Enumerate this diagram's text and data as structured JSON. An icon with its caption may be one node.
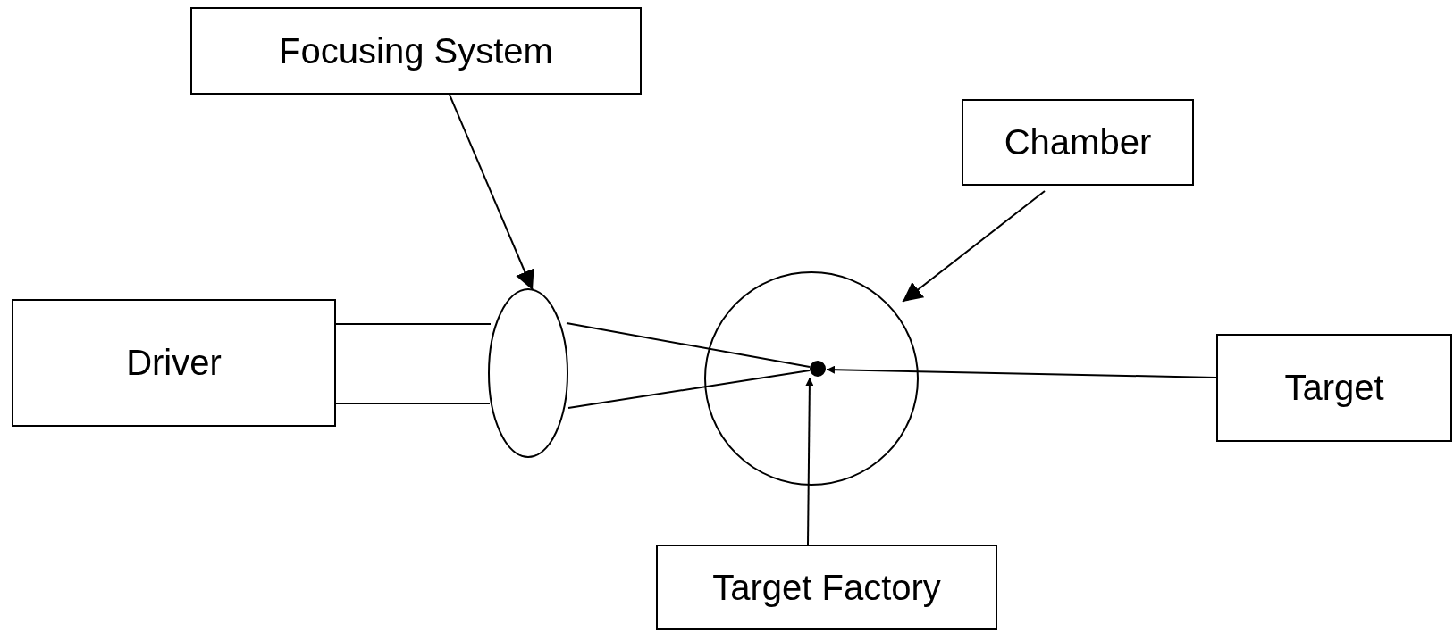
{
  "diagram": {
    "nodes": [
      {
        "text": [
          "Focusing System"
        ]
      },
      {
        "text": [
          "Chamber"
        ]
      },
      {
        "text": [
          "Driver"
        ]
      },
      {
        "text": [],
        "shape": "ellipse"
      },
      {
        "text": [],
        "shape": "circle"
      },
      {
        "text": [],
        "shape": "circle",
        "in": 4
      },
      {
        "text": [
          "Target"
        ]
      },
      {
        "text": [
          "Target Factory"
        ]
      }
    ],
    "edges": [
      {
        "from": 0,
        "to": 3,
        "arrow": "to"
      },
      {
        "from": 1,
        "to": 4,
        "arrow": "to"
      },
      {
        "from": 2,
        "to": 3,
        "arrow": "none"
      },
      {
        "from": 2,
        "to": 3,
        "arrow": "none"
      },
      {
        "from": 3,
        "to": 5,
        "arrow": "none"
      },
      {
        "from": 3,
        "to": 5,
        "arrow": "none"
      },
      {
        "from": 6,
        "to": 5,
        "arrow": "to"
      },
      {
        "from": 7,
        "to": 5,
        "arrow": "to"
      }
    ]
  }
}
